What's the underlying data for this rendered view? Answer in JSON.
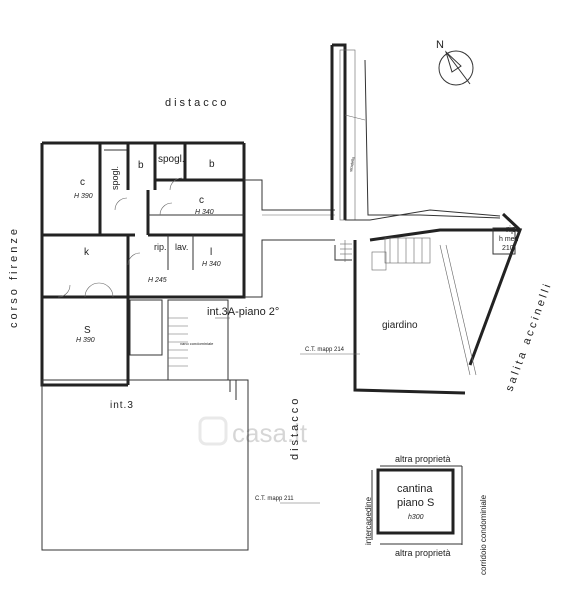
{
  "north_label": "N",
  "labels": {
    "distacco_top": "distacco",
    "distacco_mid": "distacco",
    "corso": "corso firenze",
    "salita": "salita accinelli",
    "int3": "int.3",
    "int3a": "int.3A-piano 2°",
    "giardino": "giardino",
    "ct214": "C.T. mapp 214",
    "ct211": "C.T. mapp 211",
    "watermark": "casa.it",
    "cond": "vano condominiale",
    "small_strip": "stradello"
  },
  "rooms": [
    {
      "name": "c",
      "height": "H 390"
    },
    {
      "name": "spogl.",
      "height": ""
    },
    {
      "name": "b",
      "height": ""
    },
    {
      "name": "spogl.",
      "height": ""
    },
    {
      "name": "b",
      "height": ""
    },
    {
      "name": "c",
      "height": "H 340"
    },
    {
      "name": "k",
      "height": ""
    },
    {
      "name": "rip.",
      "height": ""
    },
    {
      "name": "lav.",
      "height": ""
    },
    {
      "name": "l",
      "height": "H 340"
    },
    {
      "name": "",
      "height": "H 245"
    },
    {
      "name": "S",
      "height": "H 390"
    },
    {
      "name": "rip.",
      "height": "h med"
    },
    {
      "name": "",
      "height": "210"
    }
  ],
  "cantina": {
    "title_1": "cantina",
    "title_2": "piano S",
    "height": "h300",
    "top": "altra proprietà",
    "bottom": "altra proprietà",
    "left": "intercapedine",
    "right": "corridoio condominiale"
  }
}
